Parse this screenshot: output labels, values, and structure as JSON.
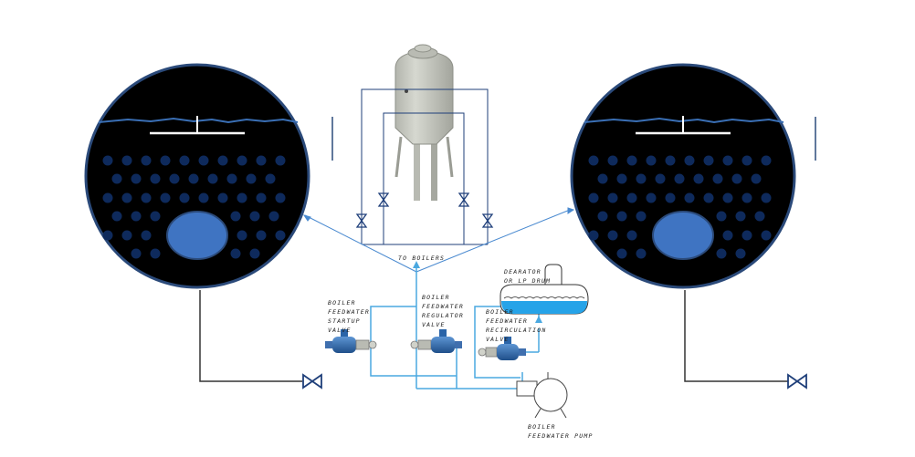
{
  "labels": {
    "to_boilers": "TO BOILERS",
    "startup_valve": [
      "BOILER",
      "FEEDWATER",
      "STARTUP",
      "VALVE"
    ],
    "regulator_valve": [
      "BOILER",
      "FEEDWATER",
      "REGULATOR",
      "VALVE"
    ],
    "recirculation_valve": [
      "BOILER",
      "FEEDWATER",
      "RECIRCULATION",
      "VALVE"
    ],
    "deaerator": [
      "DEARATOR",
      "OR LP DRUM"
    ],
    "feedwater_pump": [
      "BOILER",
      "FEEDWATER PUMP"
    ]
  },
  "colors": {
    "drum_fill": "#000000",
    "drum_rim": "#2b4a7a",
    "water_line": "#3a6fb5",
    "tube_dot": "#0e2a5c",
    "mud_drum": "#3f74c2",
    "pipe": "#4aa8e0",
    "valve_body": "#2a64a8",
    "tank": "#c9cbc3"
  },
  "icons": [
    "drum-left",
    "drum-right",
    "tank-vessel",
    "deaerator-drum",
    "pump-icon",
    "control-valve-icon",
    "gate-valve-icon"
  ]
}
